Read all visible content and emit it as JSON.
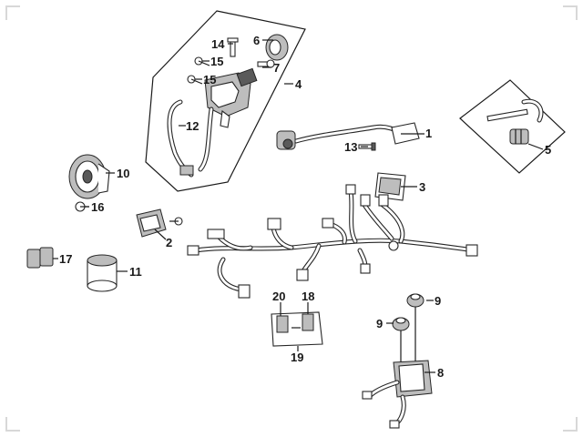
{
  "diagram": {
    "callouts": {
      "p1": "1",
      "p2": "2",
      "p3": "3",
      "p4": "4",
      "p5": "5",
      "p6": "6",
      "p7": "7",
      "p8": "8",
      "p9a": "9",
      "p9b": "9",
      "p10": "10",
      "p11": "11",
      "p12": "12",
      "p13": "13",
      "p14": "14",
      "p15a": "15",
      "p15b": "15",
      "p16": "16",
      "p17": "17",
      "p18": "18",
      "p19": "19",
      "p20": "20"
    },
    "colors": {
      "line": "#1a1a1a",
      "shade": "#bdbdbd",
      "dark": "#5a5a5a",
      "corner": "#d8d8d8"
    }
  }
}
